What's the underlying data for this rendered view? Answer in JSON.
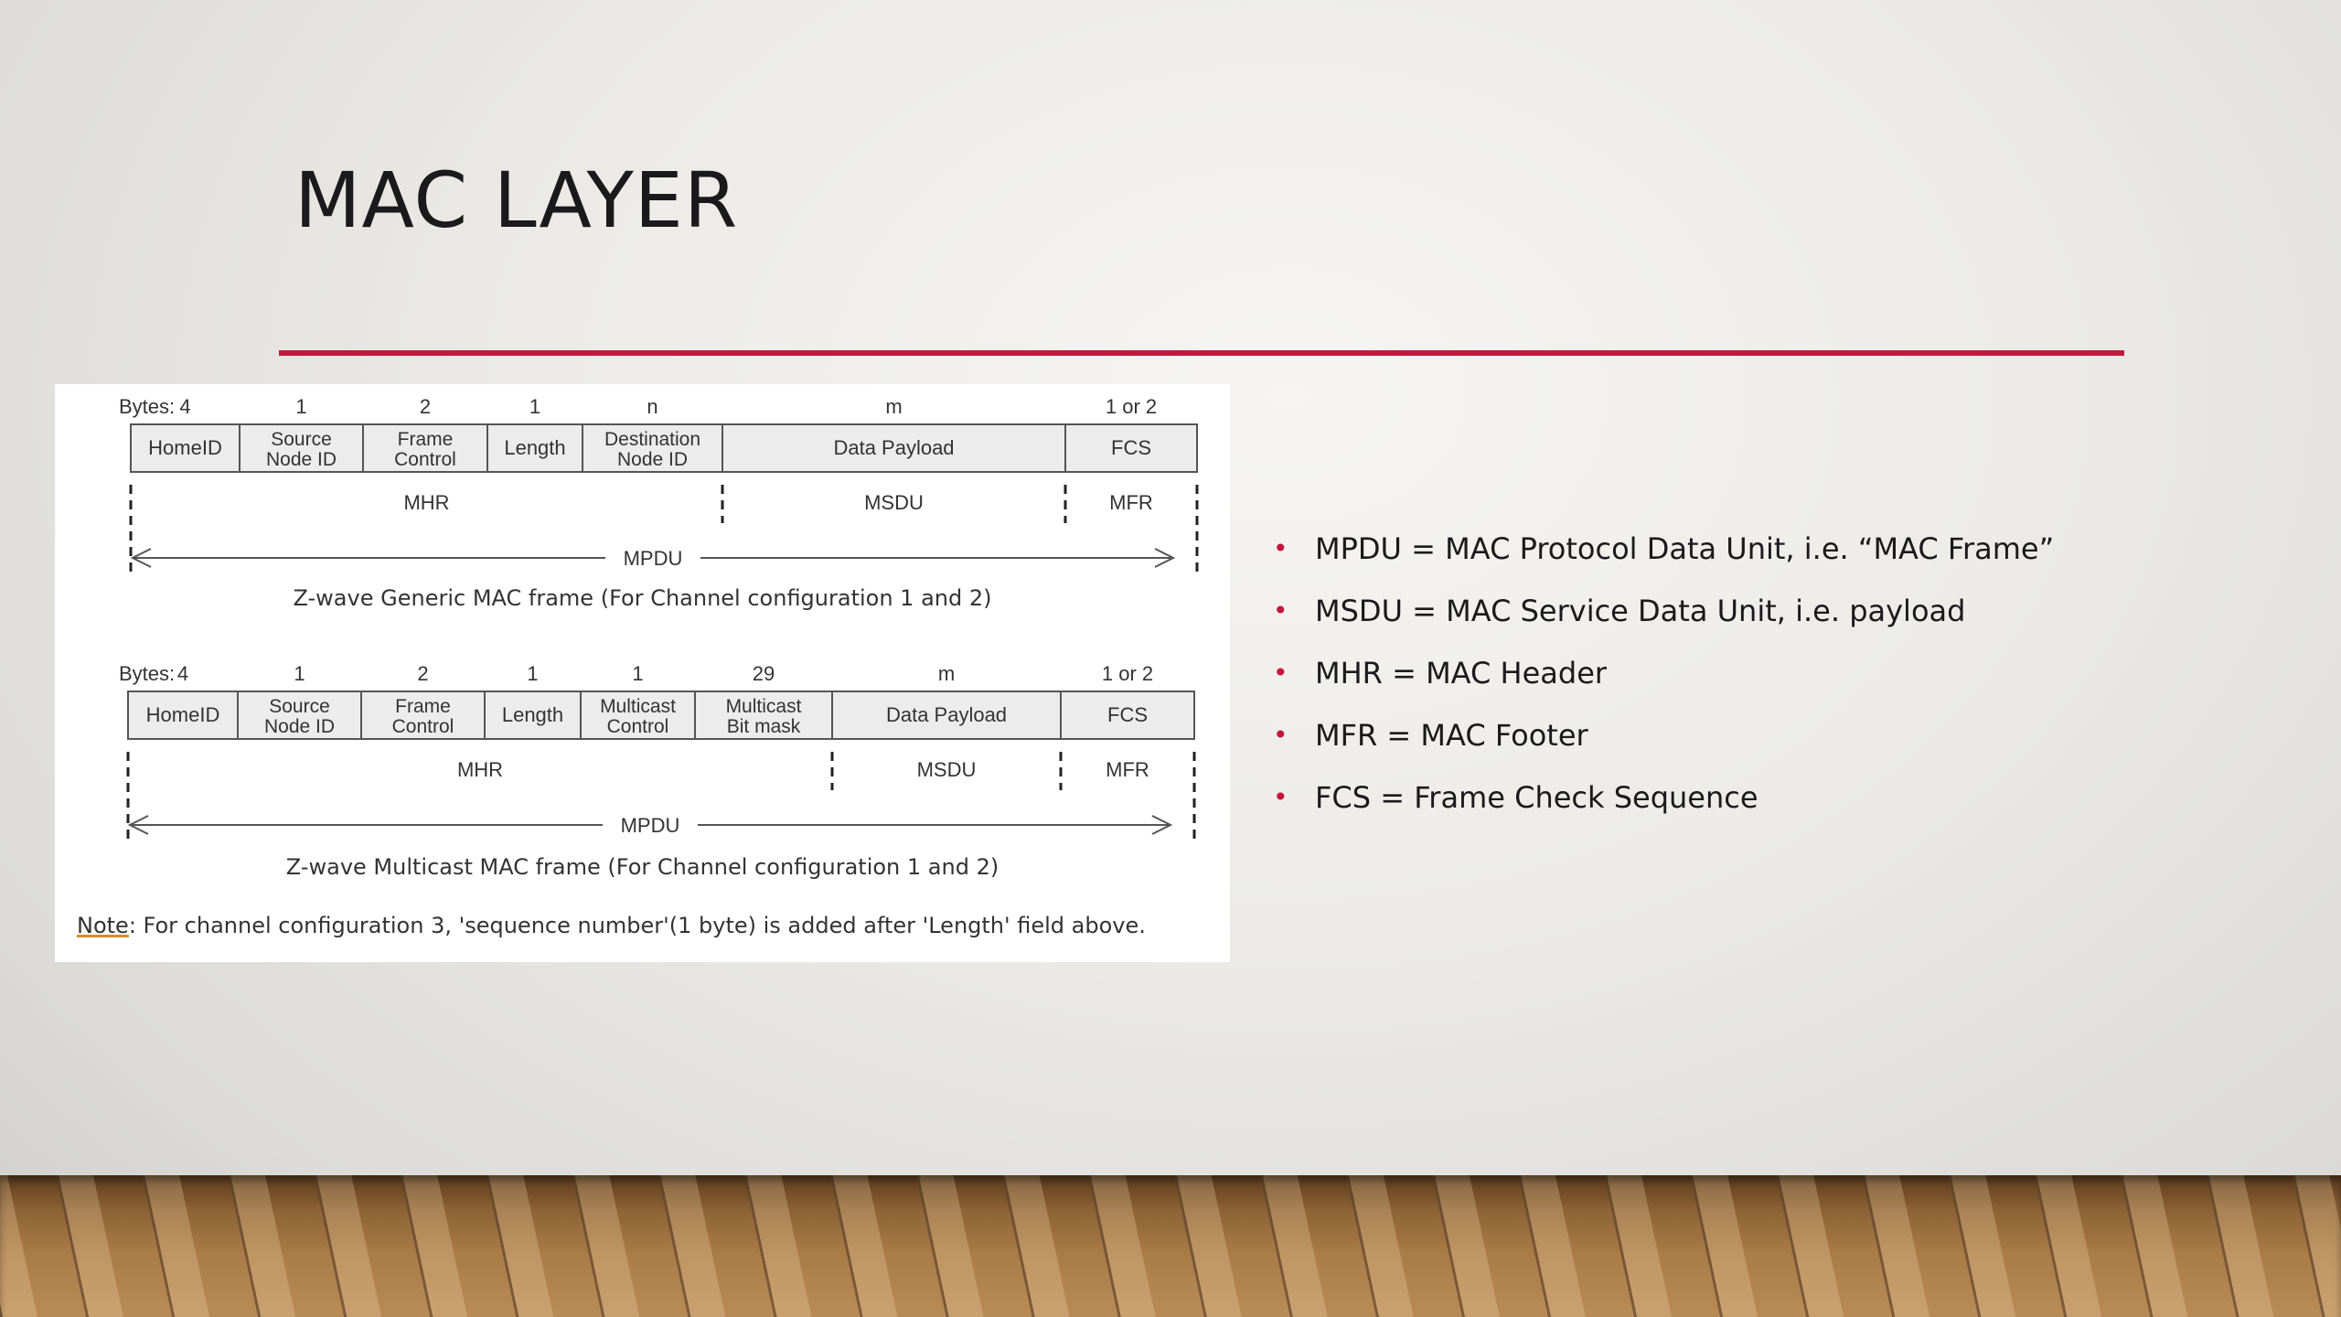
{
  "slide": {
    "title": "MAC LAYER",
    "accent_color": "#c4173c"
  },
  "diagram": {
    "generic": {
      "bytes_label": "Bytes:",
      "fields": [
        {
          "bytes": "4",
          "lines": [
            "HomeID"
          ]
        },
        {
          "bytes": "1",
          "lines": [
            "Source",
            "Node ID"
          ]
        },
        {
          "bytes": "2",
          "lines": [
            "Frame",
            "Control"
          ]
        },
        {
          "bytes": "1",
          "lines": [
            "Length"
          ]
        },
        {
          "bytes": "n",
          "lines": [
            "Destination",
            "Node ID"
          ]
        },
        {
          "bytes": "m",
          "lines": [
            "Data Payload"
          ]
        },
        {
          "bytes": "1 or 2",
          "lines": [
            "FCS"
          ]
        }
      ],
      "groups": [
        "MHR",
        "MSDU",
        "MFR"
      ],
      "span_label": "MPDU",
      "caption": "Z-wave Generic MAC frame (For Channel configuration 1 and 2)"
    },
    "multicast": {
      "bytes_label": "Bytes:",
      "fields": [
        {
          "bytes": "4",
          "lines": [
            "HomeID"
          ]
        },
        {
          "bytes": "1",
          "lines": [
            "Source",
            "Node ID"
          ]
        },
        {
          "bytes": "2",
          "lines": [
            "Frame",
            "Control"
          ]
        },
        {
          "bytes": "1",
          "lines": [
            "Length"
          ]
        },
        {
          "bytes": "1",
          "lines": [
            "Multicast",
            "Control"
          ]
        },
        {
          "bytes": "29",
          "lines": [
            "Multicast",
            "Bit mask"
          ]
        },
        {
          "bytes": "m",
          "lines": [
            "Data Payload"
          ]
        },
        {
          "bytes": "1 or 2",
          "lines": [
            "FCS"
          ]
        }
      ],
      "groups": [
        "MHR",
        "MSDU",
        "MFR"
      ],
      "span_label": "MPDU",
      "caption": "Z-wave Multicast MAC frame (For Channel configuration 1 and 2)"
    },
    "note": {
      "label": "Note",
      "text": ": For channel configuration 3, 'sequence number'(1 byte) is added after 'Length' field above."
    }
  },
  "bullets": [
    "MPDU = MAC Protocol Data Unit, i.e. “MAC Frame”",
    "MSDU = MAC Service Data Unit, i.e. payload",
    "MHR = MAC Header",
    "MFR = MAC Footer",
    "FCS = Frame Check Sequence"
  ]
}
